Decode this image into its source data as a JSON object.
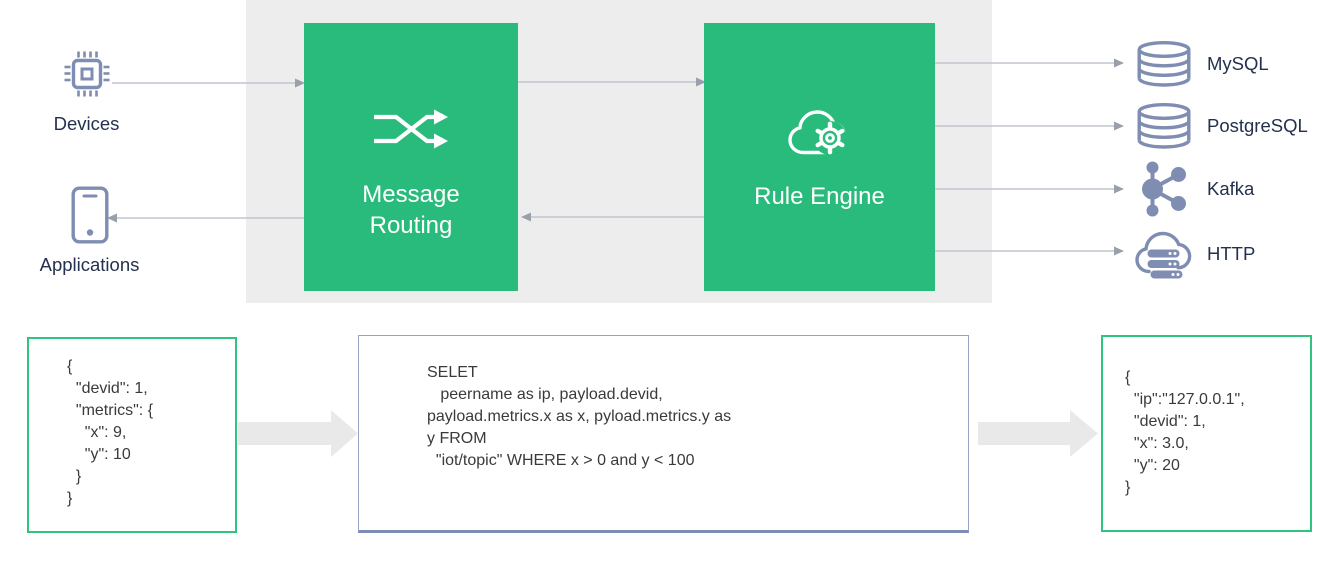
{
  "nodes": {
    "devices": {
      "label": "Devices",
      "icon": "chip-icon"
    },
    "applications": {
      "label": "Applications",
      "icon": "smartphone-icon"
    },
    "message_routing": {
      "label": "Message Routing",
      "icon": "shuffle-icon"
    },
    "rule_engine": {
      "label": "Rule Engine",
      "icon": "cloud-gear-icon"
    }
  },
  "sinks": [
    {
      "label": "MySQL",
      "icon": "database-icon"
    },
    {
      "label": "PostgreSQL",
      "icon": "database-icon"
    },
    {
      "label": "Kafka",
      "icon": "kafka-icon"
    },
    {
      "label": "HTTP",
      "icon": "cloud-server-icon"
    }
  ],
  "code": {
    "input_json": "{\n  \"devid\": 1,\n  \"metrics\": {\n    \"x\": 9,\n    \"y\": 10\n  }\n}",
    "rule_sql": "SELET\n   peername as ip, payload.devid,\npayload.metrics.x as x, pyload.metrics.y as\ny FROM\n  \"iot/topic\" WHERE x > 0 and y < 100",
    "output_json": "{\n  \"ip\":\"127.0.0.1\",\n  \"devid\": 1,\n  \"x\": 3.0,\n  \"y\": 20\n}"
  },
  "colors": {
    "green_box": "#28bb7b",
    "green_border": "#2fc57f",
    "band_gray": "#ededee",
    "icon_slate": "#7e8db1",
    "label_navy": "#23314f",
    "sql_box_border": "#97a3c2",
    "connector_gray": "#c1c5ce",
    "arrowhead_gray": "#99a0ab",
    "thick_arrow_gray": "#e9e9ea"
  }
}
